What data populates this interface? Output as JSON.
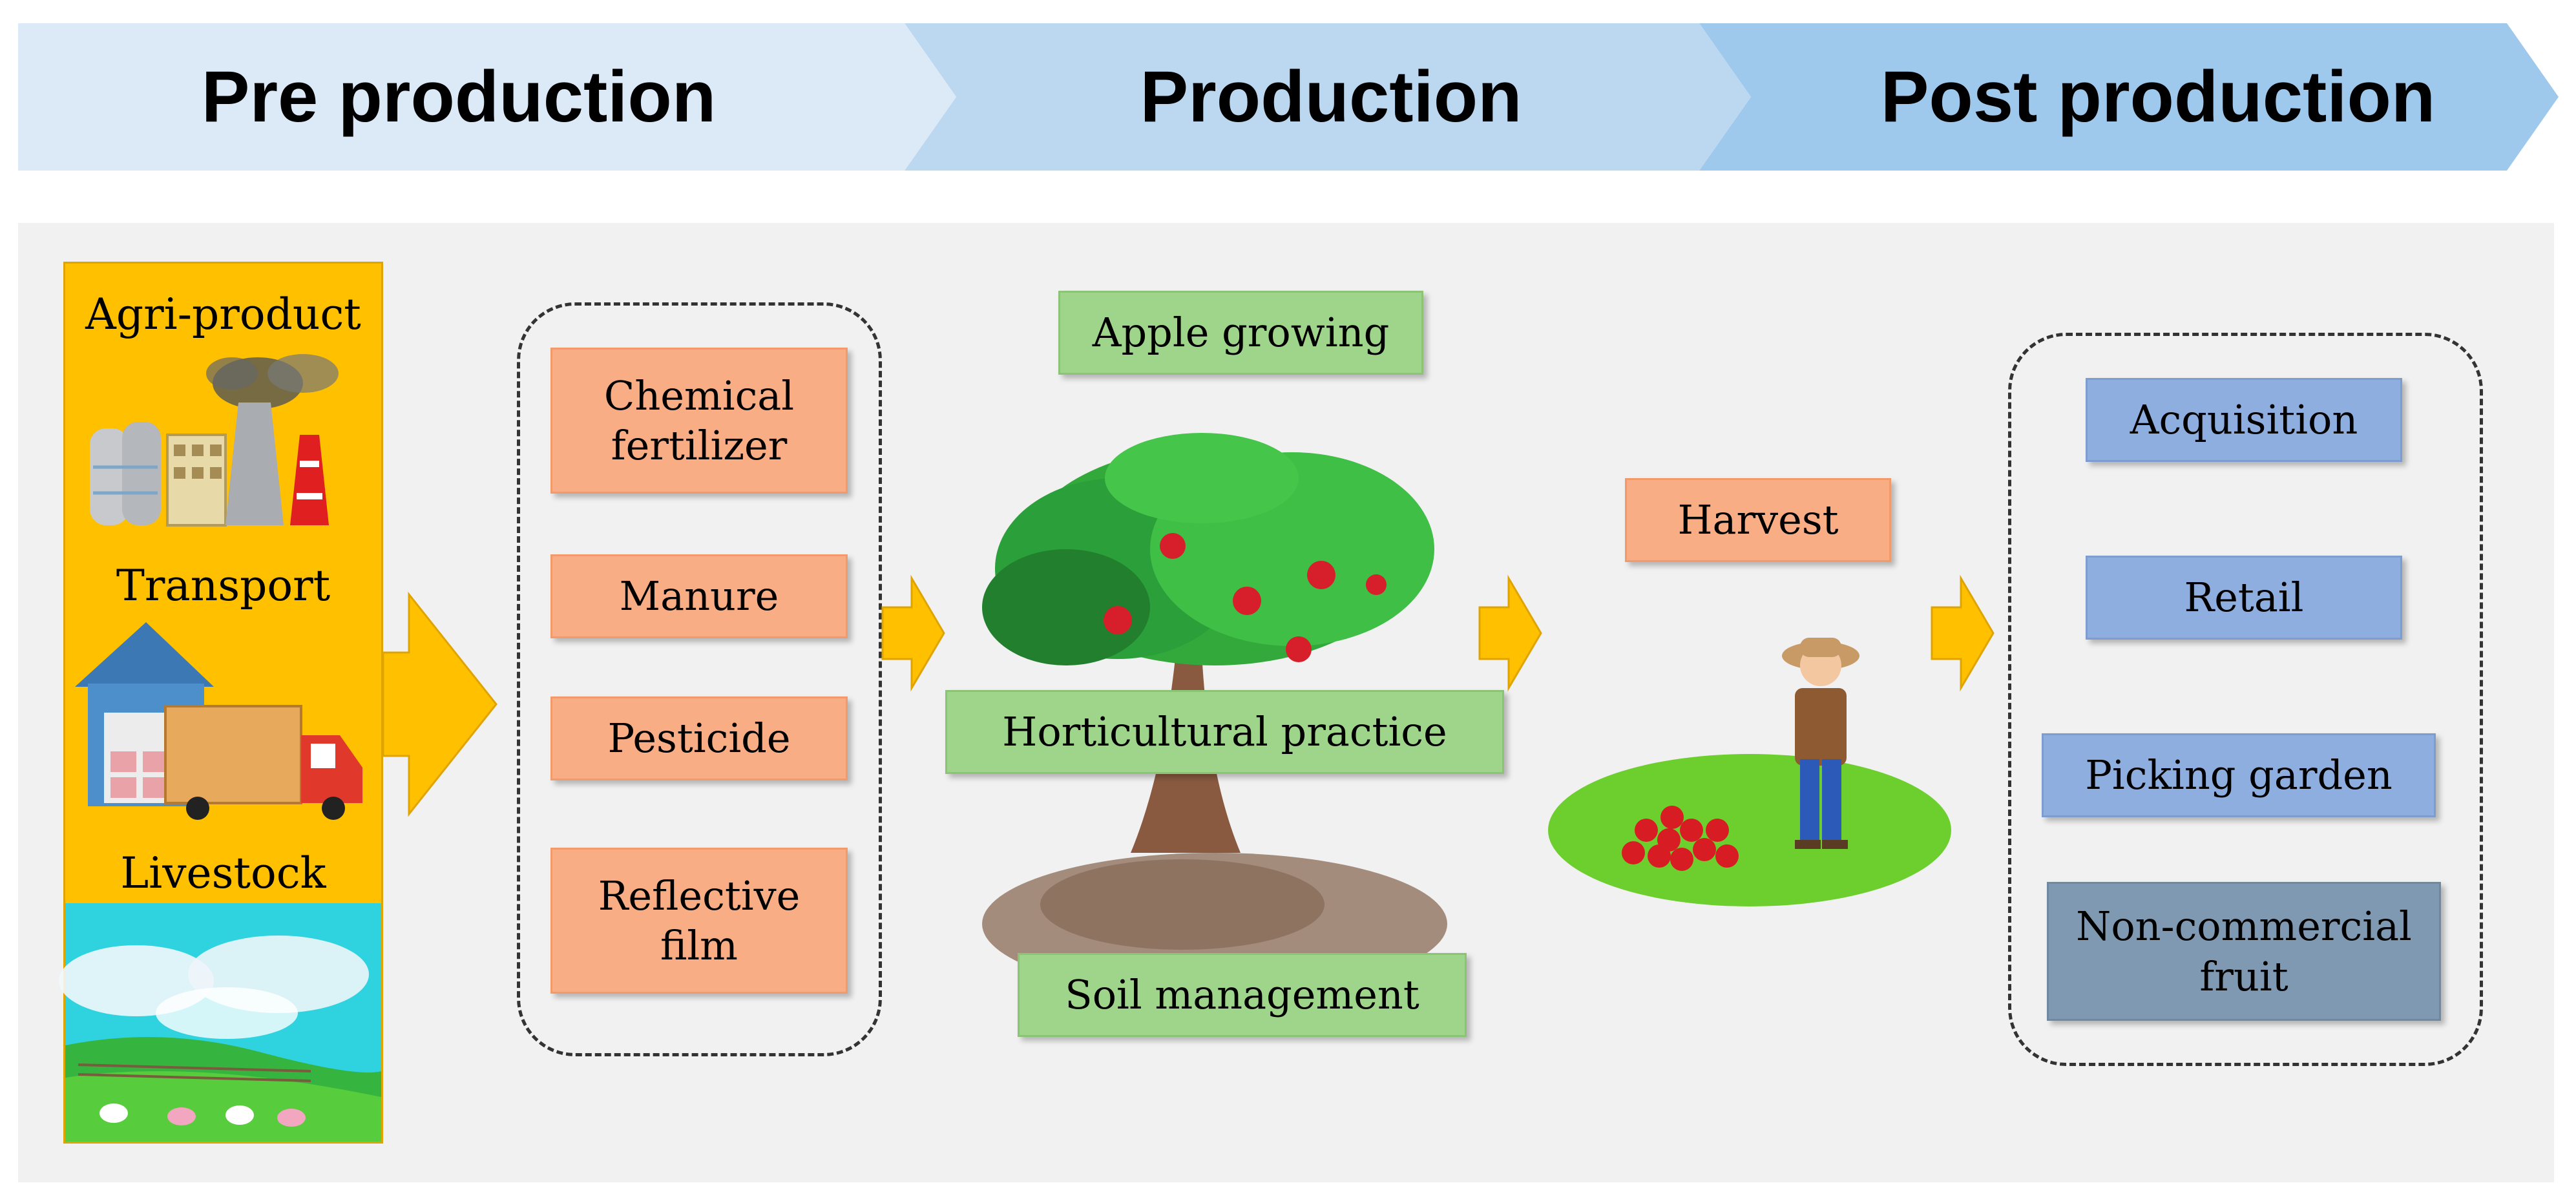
{
  "stages": [
    {
      "label": "Pre production"
    },
    {
      "label": "Production"
    },
    {
      "label": "Post production"
    }
  ],
  "input_column": {
    "labels": [
      "Agri-product",
      "Transport",
      "Livestock"
    ]
  },
  "inputs": [
    "Chemical\nfertilizer",
    "Manure",
    "Pesticide",
    "Reflective\nfilm"
  ],
  "production": {
    "top": "Apple growing",
    "middle": "Horticultural practice",
    "bottom": "Soil management"
  },
  "harvest": "Harvest",
  "post": [
    "Acquisition",
    "Retail",
    "Picking garden",
    "Non-commercial\nfruit"
  ],
  "colors": {
    "banner_light": "#dce9f6",
    "banner_mid": "#bcd8f1",
    "banner_dark": "#9ec9ec",
    "input_panel": "#ffc000",
    "arrow": "#ffc000",
    "box_orange": "#f9ad84",
    "box_green": "#9fd58a",
    "box_blue": "#8eaedf",
    "box_slate": "#7f99b2"
  }
}
